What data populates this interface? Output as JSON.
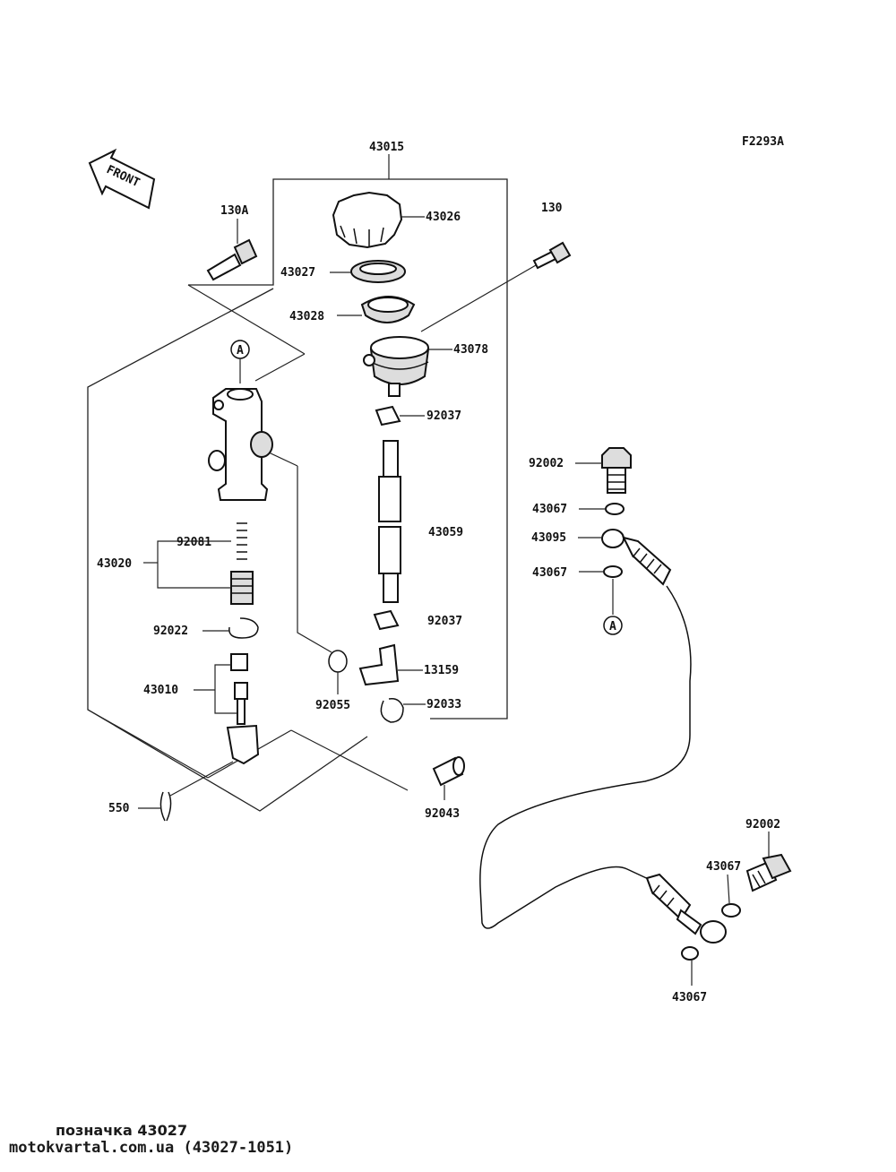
{
  "diagram_code": "F2293A",
  "front_label": "FRONT",
  "callout_a": "A",
  "parts": {
    "p43015": "43015",
    "p43026": "43026",
    "p43027": "43027",
    "p43028": "43028",
    "p43078": "43078",
    "p92037_top": "92037",
    "p43059": "43059",
    "p92037_bottom": "92037",
    "p13159": "13159",
    "p92033": "92033",
    "p92055": "92055",
    "p130A": "130A",
    "p130": "130",
    "p43020": "43020",
    "p92081": "92081",
    "p92022": "92022",
    "p43010": "43010",
    "p550": "550",
    "p92043": "92043",
    "p92002_top": "92002",
    "p43067_a": "43067",
    "p43095": "43095",
    "p43067_b": "43067",
    "p92002_bottom": "92002",
    "p43067_c": "43067",
    "p43067_d": "43067"
  },
  "footer": {
    "caption": "позначка 43027",
    "source": "motokvartal.com.ua (43027-1051)"
  }
}
